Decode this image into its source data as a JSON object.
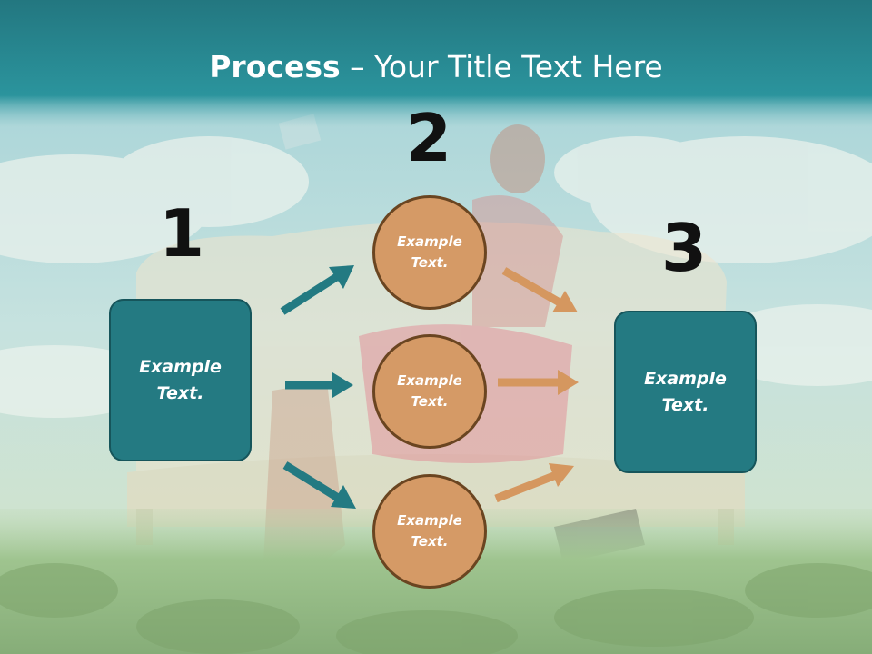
{
  "slide": {
    "title_bold": "Process",
    "title_rest": " – Your Title Text Here"
  },
  "steps": [
    {
      "number": "1",
      "text": "Example\nText."
    },
    {
      "number": "2",
      "texts": [
        "Example\nText.",
        "Example\nText.",
        "Example\nText."
      ]
    },
    {
      "number": "3",
      "text": "Example\nText."
    }
  ],
  "colors": {
    "header_teal": "#2a8f98",
    "box_teal": "#247a82",
    "circle_tan": "#d59a66",
    "arrow_teal": "#237a82",
    "arrow_tan": "#d5975f"
  }
}
